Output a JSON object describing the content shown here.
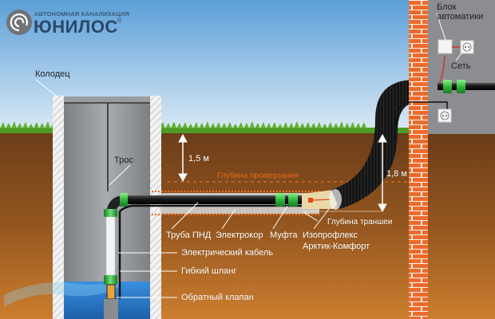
{
  "logo": {
    "tagline": "АВТОНОМНАЯ КАНАЛИЗАЦИЯ",
    "brand": "ЮНИЛОС",
    "registered": "®",
    "icon": "spiral-logo-icon"
  },
  "labels": {
    "well": "Колодец",
    "cable_rope": "Трос",
    "depth_top": "1,5 м",
    "freezing_depth": "Глубина промерзания",
    "depth_trench_value": "1,8 м",
    "trench_depth": "Глубина траншеи",
    "pipe_pnd": "Труба ПНД",
    "heating_cable": "Электрокор",
    "coupling": "Муфта",
    "insulation_line1": "Изопрофлекс",
    "insulation_line2": "Арктик-Комфорт",
    "electric_cable": "Электрический кабель",
    "flexible_hose": "Гибкий шланг",
    "check_valve": "Обратный клапан",
    "automation_line1": "Блок",
    "automation_line2": "автоматики",
    "mains": "Сеть"
  },
  "colors": {
    "sky_top": "#5b9fd8",
    "sky_bottom": "#d6e8f4",
    "grass": "#5aa82e",
    "soil_top": "#6e3f1a",
    "soil_bottom": "#c77a2c",
    "brick": "#ee6a2a",
    "wall": "#8a8c8f",
    "freeze_line": "#f07020",
    "fitting_green": "#3cc24a",
    "water": "#2f7fd0"
  }
}
